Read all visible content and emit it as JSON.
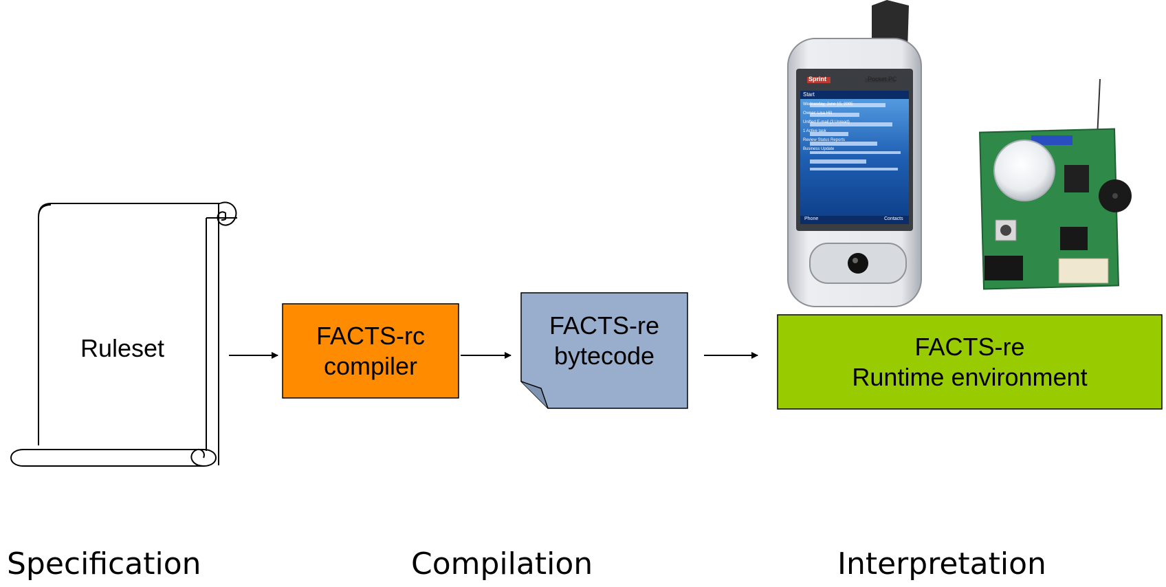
{
  "ruleset": {
    "label": "Ruleset"
  },
  "compiler": {
    "line1": "FACTS-rc",
    "line2": "compiler",
    "fill": "#FF8C00"
  },
  "bytecode": {
    "line1": "FACTS-re",
    "line2": "bytecode",
    "fill": "#99AECC"
  },
  "runtime": {
    "line1": "FACTS-re",
    "line2": "Runtime environment",
    "fill": "#99CC00"
  },
  "stages": {
    "specification": "Specification",
    "compilation": "Compilation",
    "interpretation": "Interpretation"
  },
  "phone": {
    "brand": "Sprint",
    "os_label": "Pocket PC",
    "taskbar_start": "Start",
    "softkey_left": "Phone",
    "softkey_right": "Contacts",
    "today_items": [
      "Wednesday, June 15, 2005",
      "Owner: Lisa Hill",
      "Unified E-mail (3 Unread)",
      "1 Active task",
      "Review Status Reports",
      "Business Update"
    ]
  }
}
